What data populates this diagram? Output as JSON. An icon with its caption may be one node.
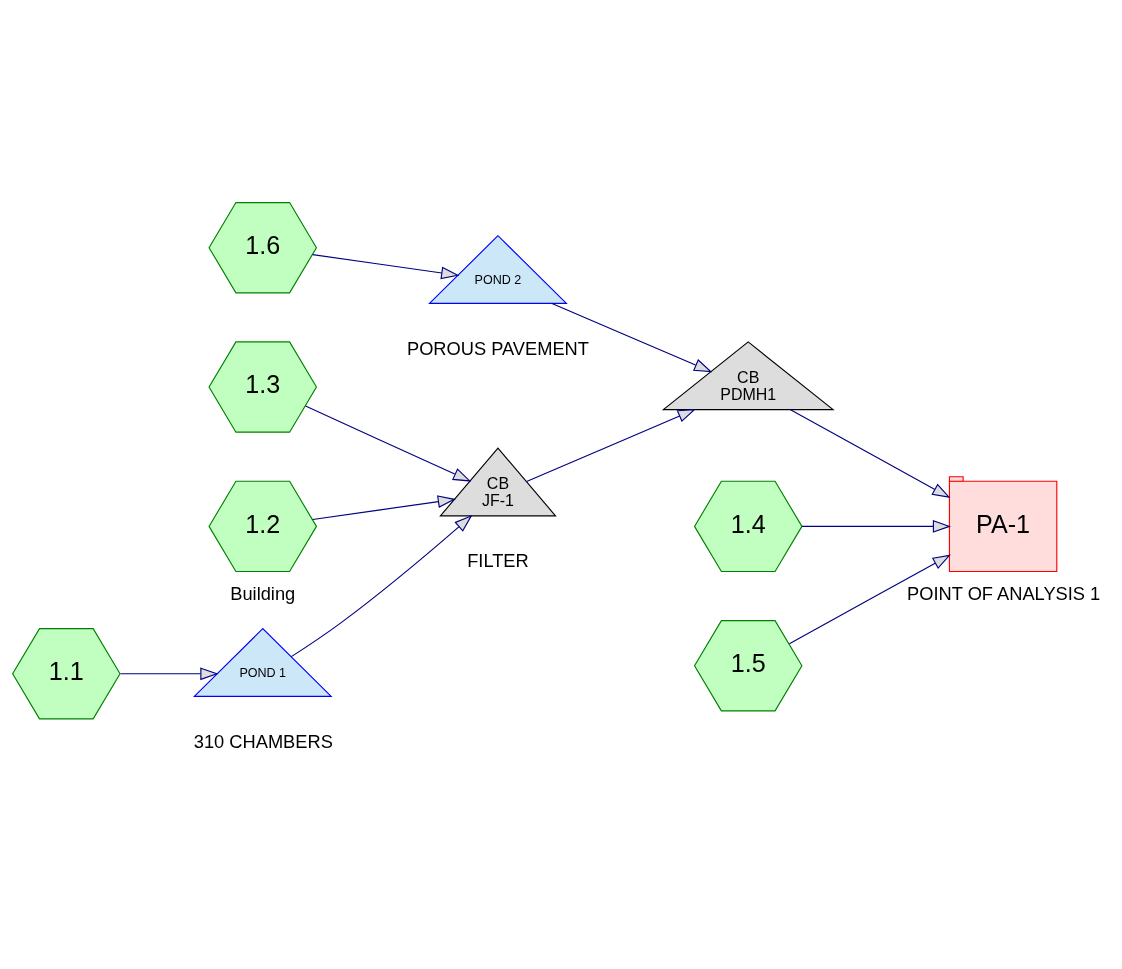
{
  "diagram": {
    "nodes": [
      {
        "text": [
          "1.6"
        ]
      },
      {
        "text": [
          "POND 2"
        ],
        "beside": [
          "POROUS PAVEMENT"
        ]
      },
      {
        "text": [
          "1.3"
        ]
      },
      {
        "text": [
          "1.4"
        ]
      },
      {
        "text": [
          "1.2"
        ],
        "beside": [
          "Building"
        ]
      },
      {
        "text": [
          "CB",
          "JF-1"
        ],
        "beside": [
          "FILTER"
        ]
      },
      {
        "text": [
          "CB",
          "PDMH1"
        ]
      },
      {
        "text": [
          "PA-1"
        ],
        "beside": [
          "POINT OF ANALYSIS 1"
        ]
      },
      {
        "text": [
          "1.5"
        ]
      },
      {
        "text": [
          "1.1"
        ]
      },
      {
        "text": [
          "POND 1"
        ],
        "beside": [
          "310 CHAMBERS"
        ]
      }
    ],
    "edges": [
      {
        "from": 0,
        "to": 1,
        "arrow": "to"
      },
      {
        "from": 2,
        "to": 5,
        "arrow": "to"
      },
      {
        "from": 1,
        "to": 6,
        "arrow": "to"
      },
      {
        "from": 4,
        "to": 5,
        "arrow": "to"
      },
      {
        "from": 5,
        "to": 6,
        "arrow": "to"
      },
      {
        "from": 6,
        "to": 7,
        "arrow": "to"
      },
      {
        "from": 3,
        "to": 7,
        "arrow": "to"
      },
      {
        "from": 8,
        "to": 7,
        "arrow": "to"
      },
      {
        "from": 9,
        "to": 10,
        "arrow": "to"
      },
      {
        "from": 10,
        "to": 5,
        "arrow": "to"
      }
    ]
  }
}
